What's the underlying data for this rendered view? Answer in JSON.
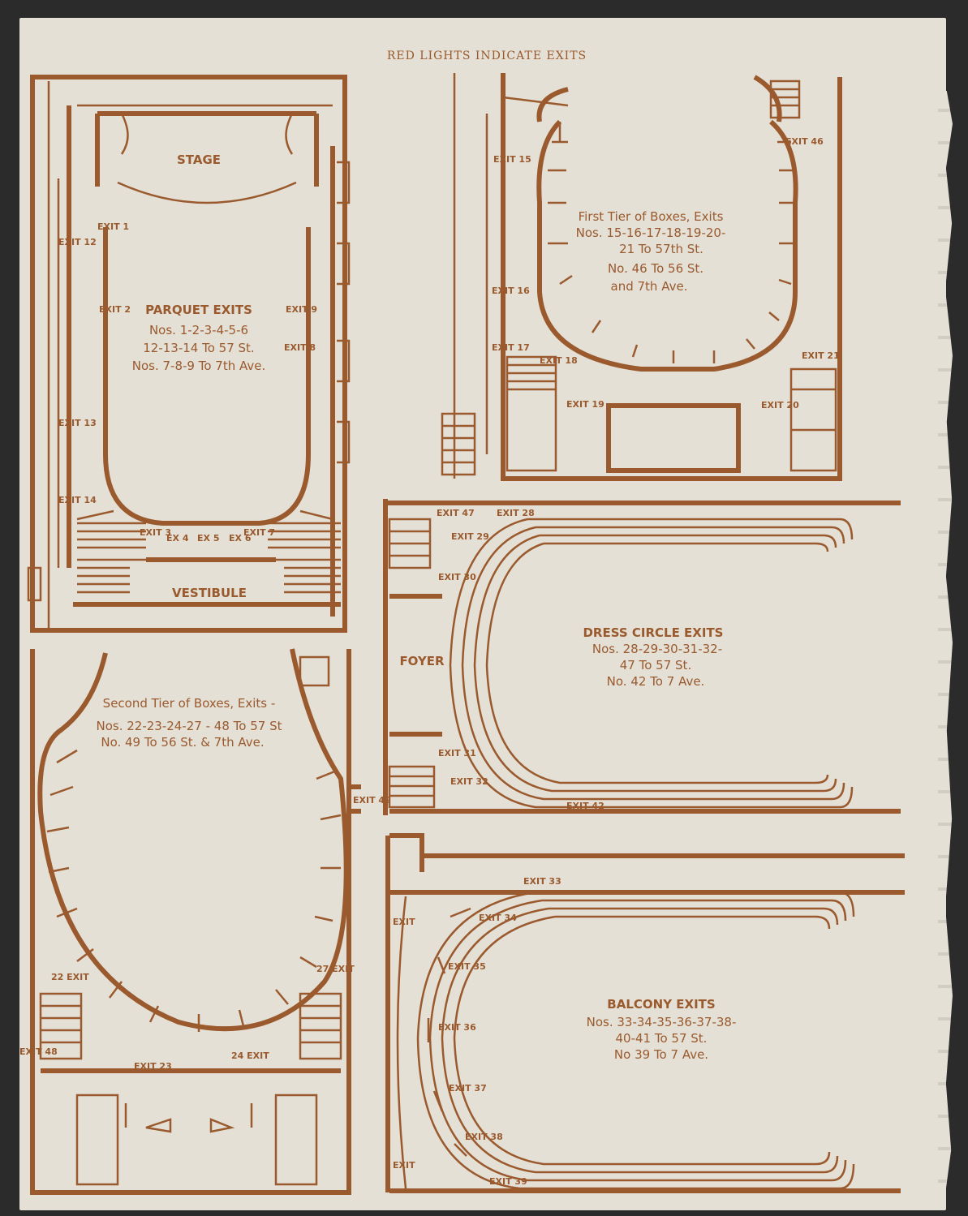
{
  "header": "RED LIGHTS INDICATE EXITS",
  "colors": {
    "ink": "#9a5a2e",
    "paper": "#e4e0d6",
    "background": "#2b2b2b"
  },
  "parquet": {
    "stage": "STAGE",
    "vestibule": "VESTIBULE",
    "title": "PARQUET EXITS",
    "lines": [
      "Nos. 1-2-3-4-5-6",
      "12-13-14 To 57 St.",
      "Nos. 7-8-9 To 7th Ave."
    ],
    "exits": [
      "EXIT 1",
      "EXIT 2",
      "EXIT 12",
      "EXIT 13",
      "EXIT 14",
      "EXIT 9",
      "EXIT 8",
      "EXIT 3",
      "EX 4",
      "EX 5",
      "EX 6",
      "EXIT 7"
    ]
  },
  "first_tier": {
    "lines": [
      "First Tier of Boxes, Exits",
      "Nos. 15-16-17-18-19-20-",
      "21 To 57th St.",
      "No. 46 To 56 St.",
      "and 7th Ave."
    ],
    "exits": [
      "EXIT 15",
      "EXIT 16",
      "EXIT 17",
      "EXIT 18",
      "EXIT 19",
      "EXIT 20",
      "EXIT 21",
      "EXIT 46"
    ]
  },
  "second_tier": {
    "lines": [
      "Second Tier of Boxes, Exits -",
      "Nos. 22-23-24-27 - 48 To 57 St",
      "No. 49 To 56 St. & 7th Ave."
    ],
    "exits": [
      "22 EXIT",
      "27 EXIT",
      "EXIT 48",
      "EXIT 23",
      "24 EXIT",
      "EXIT 49"
    ]
  },
  "dress_circle": {
    "foyer": "FOYER",
    "title": "DRESS CIRCLE EXITS",
    "lines": [
      "Nos. 28-29-30-31-32-",
      "47 To 57 St.",
      "No. 42 To 7 Ave."
    ],
    "exits": [
      "EXIT 47",
      "EXIT 28",
      "EXIT 29",
      "EXIT 30",
      "EXIT 31",
      "EXIT 32",
      "EXIT 42"
    ]
  },
  "balcony": {
    "title": "BALCONY EXITS",
    "lines": [
      "Nos. 33-34-35-36-37-38-",
      "40-41 To 57 St.",
      "No 39 To 7 Ave."
    ],
    "exits": [
      "EXIT 33",
      "EXIT",
      "EXIT 34",
      "EXIT 35",
      "EXIT 36",
      "EXIT 37",
      "EXIT 38",
      "EXIT 39",
      "EXIT"
    ]
  }
}
